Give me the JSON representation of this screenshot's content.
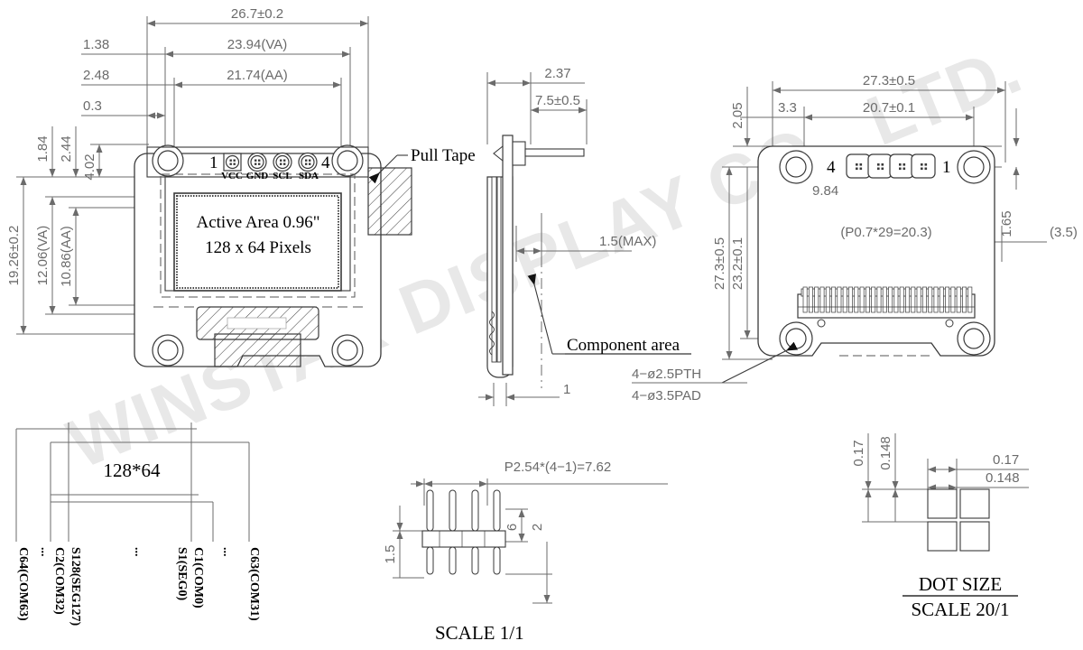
{
  "meta": {
    "watermark": "WINSTAR DISPLAY CO., LTD.",
    "title": "OLED Module Mechanical Drawing"
  },
  "front_view": {
    "active_area_line1": "Active Area 0.96\"",
    "active_area_line2": "128 x 64 Pixels",
    "pin_start": "1",
    "pin_end": "4",
    "pin_labels": [
      "VCC",
      "GND",
      "SCL",
      "SDA"
    ],
    "callout_pull_tape": "Pull Tape",
    "dims_horizontal": [
      "26.7±0.2",
      "23.94(VA)",
      "21.74(AA)",
      "1.38",
      "2.48",
      "0.3"
    ],
    "dims_vertical": [
      "19.26±0.2",
      "12.06(VA)",
      "10.86(AA)",
      "1.84",
      "2.44",
      "4.02"
    ]
  },
  "side_view": {
    "dims": [
      "2.37",
      "7.5±0.5",
      "1.5(MAX)",
      "1"
    ],
    "callout_component_area": "Component area"
  },
  "rear_view": {
    "pin_start": "4",
    "pin_end": "1",
    "dims_horizontal": [
      "27.3±0.5",
      "20.7±0.1",
      "3.3",
      "9.84",
      "(P0.7*29=20.3)",
      "(3.5)"
    ],
    "dims_vertical": [
      "2.05",
      "27.3±0.5",
      "23.2±0.1",
      "1.65"
    ],
    "callout_pth": "4−ø2.5PTH",
    "callout_pad": "4−ø3.5PAD"
  },
  "pin_map": {
    "title": "128*64",
    "labels": [
      "C64(COM63)",
      "...",
      "C2(COM32)",
      "S128(SEG127)",
      "...",
      "S1(SEG0)",
      "C1(COM0)",
      "...",
      "C63(COM31)"
    ]
  },
  "connector_detail": {
    "pitch": "P2.54*(4−1)=7.62",
    "dims": [
      "1.5",
      "6",
      "2"
    ],
    "scale": "SCALE 1/1"
  },
  "dot_detail": {
    "dims_vertical": [
      "0.17",
      "0.148"
    ],
    "dims_horizontal": [
      "0.17",
      "0.148"
    ],
    "title": "DOT SIZE",
    "scale": "SCALE 20/1"
  },
  "colors": {
    "line": "#3a3a3a",
    "dim": "#6b6b6b",
    "watermark": "#e8e8e8",
    "text": "#000000"
  }
}
